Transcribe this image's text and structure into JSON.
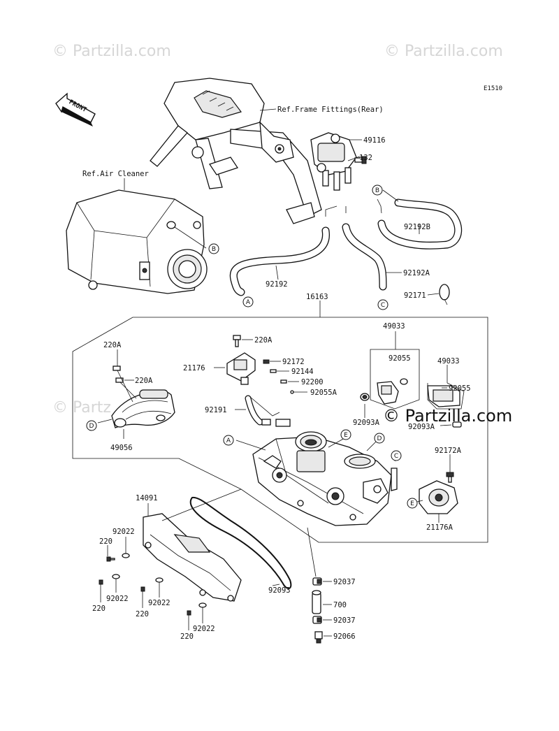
{
  "watermarks": {
    "top_left": "© Partzilla.com",
    "top_right": "© Partzilla.com",
    "mid_left": "© Partz",
    "footer_logo": "© Partzilla.com"
  },
  "diagram_code": "E1510",
  "front_badge": "FRONT",
  "refs": {
    "frame": "Ref.Frame Fittings(Rear)",
    "air_cleaner": "Ref.Air Cleaner"
  },
  "connectors": {
    "a": "A",
    "b": "B",
    "c": "C",
    "d": "D",
    "e": "E"
  },
  "parts": {
    "p49116": "49116",
    "p132": "132",
    "p92192b": "92192B",
    "p92192a": "92192A",
    "p92192": "92192",
    "p92171": "92171",
    "p16163": "16163",
    "p220a_top": "220A",
    "p21176": "21176",
    "p92172": "92172",
    "p92144": "92144",
    "p92200": "92200",
    "p92055a": "92055A",
    "p92191": "92191",
    "p49033_a": "49033",
    "p92055_a": "92055",
    "p92093a_a": "92093A",
    "p49033_b": "49033",
    "p92055_b": "92055",
    "p92093a_b": "92093A",
    "p220a_left1": "220A",
    "p220a_left2": "220A",
    "p49056": "49056",
    "p92172a": "92172A",
    "p21176a": "21176A",
    "p14091": "14091",
    "p92022_1": "92022",
    "p220_1": "220",
    "p92022_2": "92022",
    "p220_2": "220",
    "p92022_3": "92022",
    "p220_3": "220",
    "p92022_4": "92022",
    "p220_4": "220",
    "p92093": "92093",
    "p92037_a": "92037",
    "p700": "700",
    "p92037_b": "92037",
    "p92066": "92066"
  }
}
